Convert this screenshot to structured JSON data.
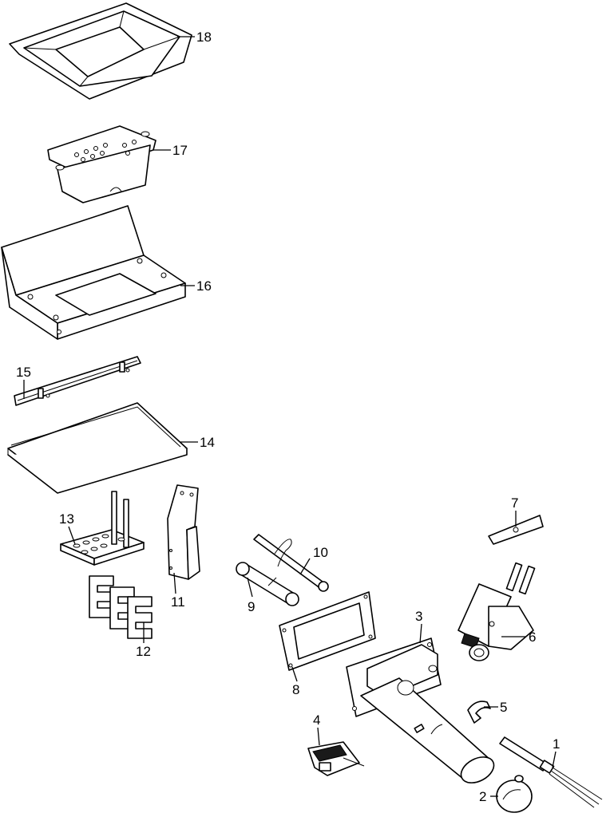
{
  "callouts": [
    {
      "id": "1",
      "text": "1"
    },
    {
      "id": "2",
      "text": "2"
    },
    {
      "id": "3",
      "text": "3"
    },
    {
      "id": "4",
      "text": "4"
    },
    {
      "id": "5",
      "text": "5"
    },
    {
      "id": "6",
      "text": "6"
    },
    {
      "id": "7",
      "text": "7"
    },
    {
      "id": "8",
      "text": "8"
    },
    {
      "id": "9",
      "text": "9"
    },
    {
      "id": "10",
      "text": "10"
    },
    {
      "id": "11",
      "text": "11"
    },
    {
      "id": "12",
      "text": "12"
    },
    {
      "id": "13",
      "text": "13"
    },
    {
      "id": "14",
      "text": "14"
    },
    {
      "id": "15",
      "text": "15"
    },
    {
      "id": "16",
      "text": "16"
    },
    {
      "id": "17",
      "text": "17"
    },
    {
      "id": "18",
      "text": "18"
    }
  ],
  "colors": {
    "line": "#000000",
    "background": "#ffffff"
  }
}
